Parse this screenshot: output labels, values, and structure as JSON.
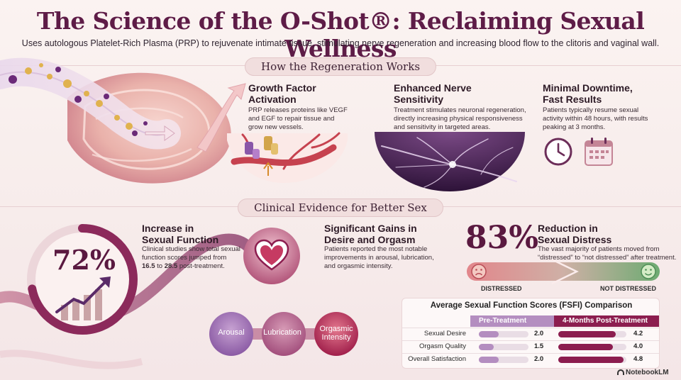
{
  "header": {
    "title": "The Science of the O-Shot®: Reclaiming Sexual Wellness",
    "subtitle": "Uses autologous Platelet-Rich Plasma (PRP) to rejuvenate intimate tissue, stimulating nerve regeneration and increasing blood flow to the clitoris and vaginal wall."
  },
  "regeneration": {
    "heading": "How the Regeneration Works",
    "growth": {
      "title_line1": "Growth Factor",
      "title_line2": "Activation",
      "body_line1": "PRP releases proteins like VEGF",
      "body_line2": "and EGF to repair tissue and",
      "body_line3": "grow new vessels."
    },
    "nerve": {
      "title_line1": "Enhanced Nerve",
      "title_line2": "Sensitivity",
      "body_line1": "Treatment stimulates neuronal regeneration,",
      "body_line2": "directly increasing physical responsiveness",
      "body_line3": "and sensitivity in targeted areas."
    },
    "downtime": {
      "title_line1": "Minimal Downtime,",
      "title_line2": "Fast Results",
      "body_line1": "Patients typically resume sexual",
      "body_line2": "activity within 48 hours, with results",
      "body_line3": "peaking at 3 months."
    }
  },
  "evidence": {
    "heading": "Clinical Evidence for Better Sex",
    "function": {
      "percent": "72%",
      "progress_fraction": 0.72,
      "title_line1": "Increase in",
      "title_line2": "Sexual Function",
      "body_line1": "Clinical studies show total sexual",
      "body_line2": "function scores jumped from",
      "body_from": "16.5",
      "body_to_word": "to",
      "body_to": "28.5",
      "body_end": "post-treatment."
    },
    "gains": {
      "title_line1": "Significant Gains in",
      "title_line2": "Desire and Orgasm",
      "body_line1": "Patients reported the most notable",
      "body_line2": "improvements in arousal, lubrication,",
      "body_line3": "and orgasmic intensity.",
      "circles": [
        "Arousal",
        "Lubrication",
        "Orgasmic Intensity"
      ]
    },
    "distress": {
      "percent": "83%",
      "title_line1": "Reduction in",
      "title_line2": "Sexual Distress",
      "body_line1": "The vast majority of patients moved from",
      "body_line2": "“distressed” to “not distressed” after treatment.",
      "left_label": "DISTRESSED",
      "right_label": "NOT DISTRESSED"
    }
  },
  "fsfi": {
    "title": "Average Sexual Function Scores (FSFI) Comparison",
    "pre_header": "Pre-Treatment",
    "post_header": "4-Months Post-Treatment",
    "scale_max": 5,
    "rows": [
      {
        "label": "Sexual Desire",
        "pre": "2.0",
        "post": "4.2"
      },
      {
        "label": "Orgasm Quality",
        "pre": "1.5",
        "post": "4.0"
      },
      {
        "label": "Overall Satisfaction",
        "pre": "2.0",
        "post": "4.8"
      }
    ]
  },
  "footer": {
    "brand": "NotebookLM"
  },
  "colors": {
    "plum": "#5a1940",
    "magenta": "#8c1d4f",
    "lavender": "#b48ec0",
    "rose": "#e2808b",
    "green": "#6dab72"
  },
  "icons": [
    "clock-icon",
    "calendar-icon",
    "heart-icon",
    "sad-face-icon",
    "happy-face-icon",
    "trend-arrow-icon",
    "notebook-logo-icon"
  ]
}
